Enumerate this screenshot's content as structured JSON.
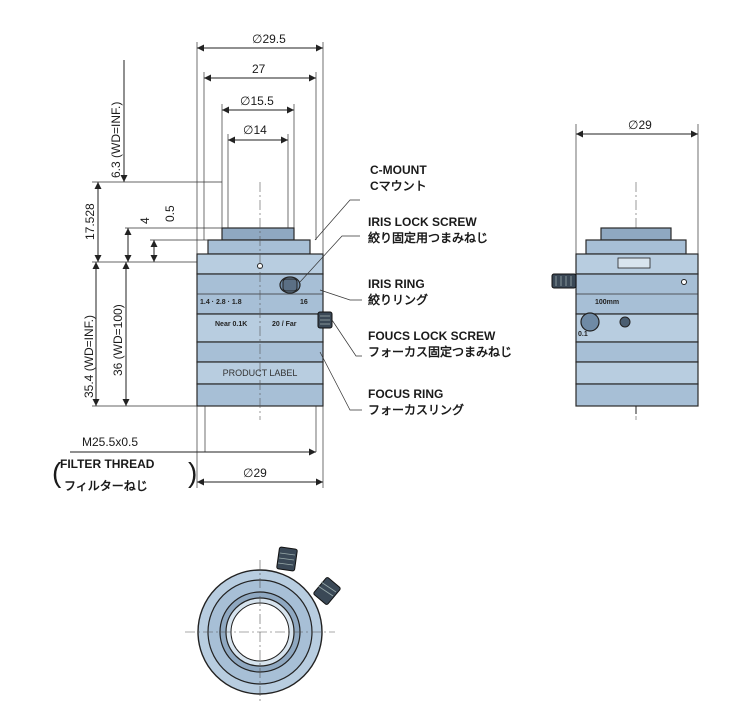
{
  "dimensions": {
    "d29_5": "29.5",
    "w27": "27",
    "d15_5": "15.5",
    "d14": "14",
    "h6_3": "6.3 (WD=INF.)",
    "h17_528": "17.528",
    "h4": "4",
    "h0_5": "0.5",
    "h35_4": "35.4 (WD=INF.)",
    "h36": "36 (WD=100)",
    "filter": "M25.5x0.5",
    "d29_bottom": "29",
    "d29_side": "29",
    "diameter_symbol": "∅"
  },
  "filter_thread": {
    "en": "FILTER THREAD",
    "jp": "フィルターねじ"
  },
  "callouts": [
    {
      "en": "C-MOUNT",
      "jp": "Cマウント"
    },
    {
      "en": "IRIS LOCK SCREW",
      "jp": "絞り固定用つまみねじ"
    },
    {
      "en": "IRIS RING",
      "jp": "絞りリング"
    },
    {
      "en": "FOUCS LOCK SCREW",
      "jp": "フォーカス固定つまみねじ"
    },
    {
      "en": "FOCUS RING",
      "jp": "フォーカスリング"
    }
  ],
  "lens_markings": {
    "f_range": "1.4 · 2.8 · 1.8",
    "f_max": "16",
    "near": "Near 0.1K",
    "far": "20 / Far",
    "product_label": "PRODUCT LABEL",
    "side_mark1": "100mm",
    "side_mark2": "0.1"
  }
}
